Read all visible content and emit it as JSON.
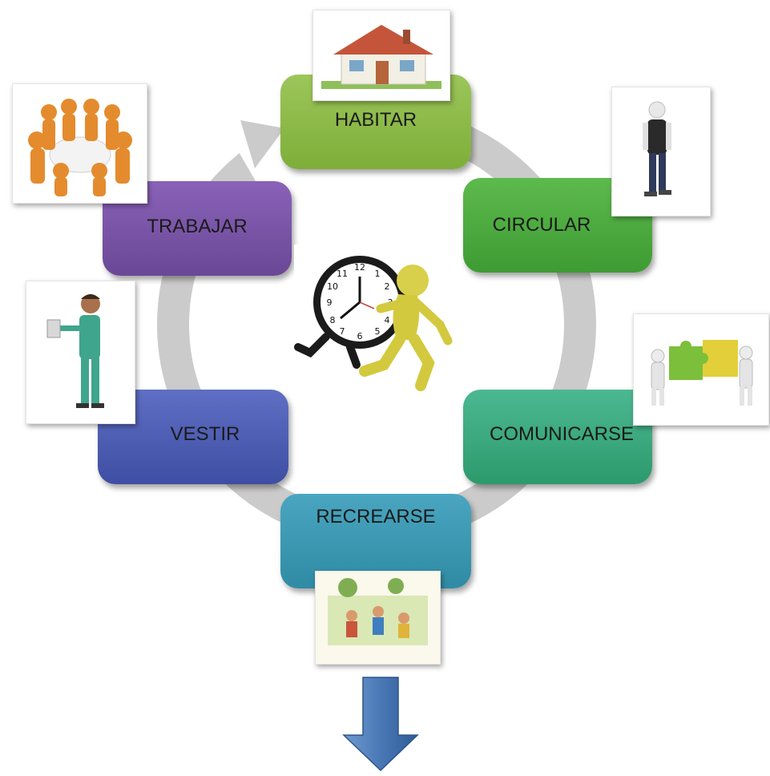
{
  "diagram": {
    "stages": [
      {
        "label": "HABITAR",
        "color": "#8fbb47"
      },
      {
        "label": "CIRCULAR",
        "color": "#4cac3e"
      },
      {
        "label": "COMUNICARSE",
        "color": "#3aa77e"
      },
      {
        "label": "RECREARSE",
        "color": "#3b95ab"
      },
      {
        "label": "VESTIR",
        "color": "#4f5fb6"
      },
      {
        "label": "TRABAJAR",
        "color": "#7a55a8"
      }
    ],
    "ring_color": "#c8c8c8",
    "down_arrow_color": "#4a78b5",
    "icons": [
      "house-icon",
      "walking-figure-icon",
      "puzzle-figures-icon",
      "children-playing-icon",
      "nurse-icon",
      "team-circle-icon",
      "running-clock-icon",
      "down-arrow-icon"
    ]
  }
}
